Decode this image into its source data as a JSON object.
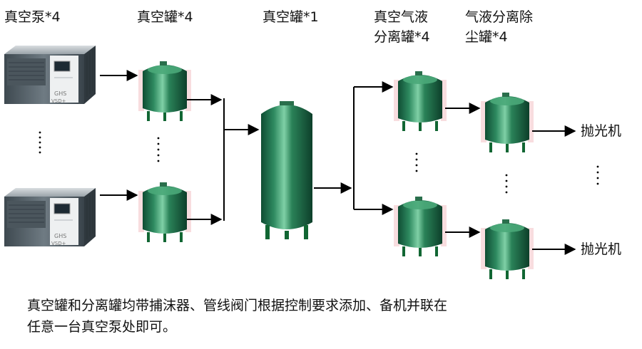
{
  "labels": {
    "vacuum_pump": "真空泵*4",
    "vacuum_tank_small": "真空罐*4",
    "vacuum_tank_main": "真空罐*1",
    "separator_line1": "真空气液",
    "separator_line2": "分离罐*4",
    "dust_line1": "气液分离除",
    "dust_line2": "尘罐*4",
    "polisher_top": "抛光机",
    "polisher_bottom": "抛光机"
  },
  "pump_panel": {
    "brand": "GHS",
    "model": "VSD+"
  },
  "note": {
    "line1": "真空罐和分离罐均带捕沫器、管线阀门根据控制要求添加、备机并联在",
    "line2": "任意一台真空泵处即可。"
  },
  "colors": {
    "tank_green": "#1f7a52",
    "tank_highlight": "#6fc59a",
    "pump_body": "#5b6770",
    "pump_light": "#eef0f1",
    "pipe": "#000000",
    "accent_pink": "#f3c7c9"
  }
}
